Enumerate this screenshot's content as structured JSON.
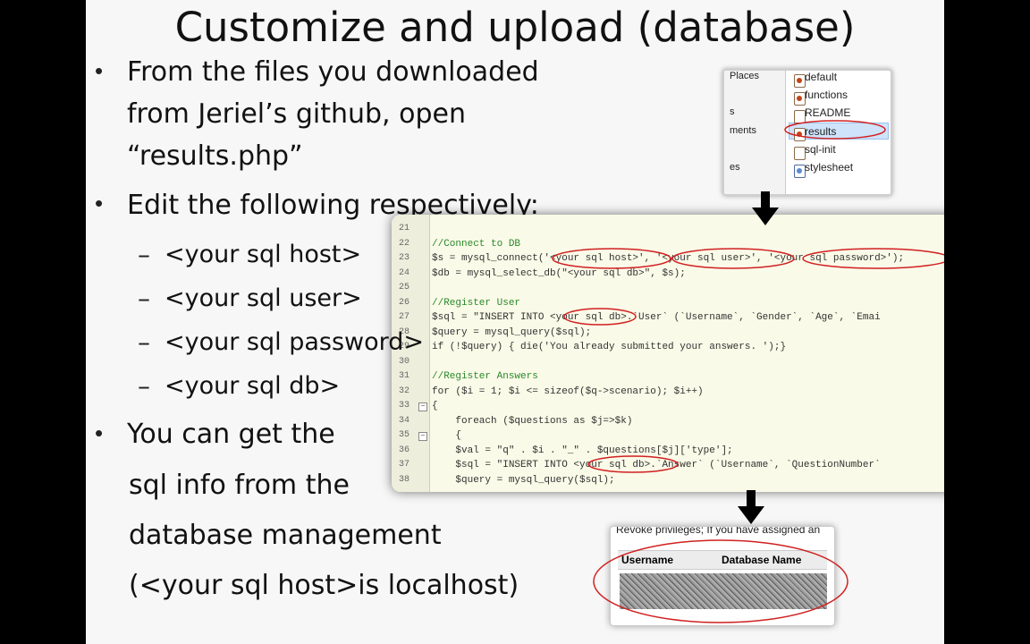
{
  "slide": {
    "title": "Customize and upload (database)",
    "bullets": [
      {
        "lines": [
          "From the files you downloaded",
          "from Jeriel’s github, open",
          "“results.php”"
        ]
      },
      {
        "lines": [
          "Edit the following respectively:"
        ]
      },
      {
        "lines": [
          "You can get the",
          "sql info from the",
          "database management",
          "(<your sql host>is localhost)"
        ]
      }
    ],
    "sub_items": [
      "<your sql host>",
      "<your sql user>",
      "<your sql password>",
      "<your sql db>"
    ],
    "bullet_char": "•",
    "dash_char": "–"
  },
  "file_browser": {
    "left_labels": [
      "Places",
      "s",
      "ments",
      "es"
    ],
    "files": [
      "default",
      "functions",
      "README",
      "results",
      "sql-init",
      "stylesheet"
    ],
    "selected": "results"
  },
  "code": {
    "lines": [
      {
        "n": "21",
        "text": ""
      },
      {
        "n": "22",
        "text": "//Connect to DB",
        "cls": "c-cm"
      },
      {
        "n": "23",
        "text": "$s = mysql_connect('<your sql host>', '<your sql user>', '<your sql password>');"
      },
      {
        "n": "24",
        "text": "$db = mysql_select_db(\"<your sql db>\", $s);"
      },
      {
        "n": "25",
        "text": ""
      },
      {
        "n": "26",
        "text": "//Register User",
        "cls": "c-cm"
      },
      {
        "n": "27",
        "text": "$sql = \"INSERT INTO <your sql db>.`User` (`Username`, `Gender`, `Age`, `Emai"
      },
      {
        "n": "28",
        "text": "$query = mysql_query($sql);"
      },
      {
        "n": "29",
        "text": "if (!$query) { die('You already submitted your answers. ');}"
      },
      {
        "n": "30",
        "text": ""
      },
      {
        "n": "31",
        "text": "//Register Answers",
        "cls": "c-cm"
      },
      {
        "n": "32",
        "text": "for ($i = 1; $i <= sizeof($q->scenario); $i++)"
      },
      {
        "n": "33",
        "text": "{"
      },
      {
        "n": "34",
        "text": "    foreach ($questions as $j=>$k)"
      },
      {
        "n": "35",
        "text": "    {"
      },
      {
        "n": "36",
        "text": "    $val = \"q\" . $i . \"_\" . $questions[$j]['type'];"
      },
      {
        "n": "37",
        "text": "    $sql = \"INSERT INTO <your sql db>.`Answer` (`Username`, `QuestionNumber`"
      },
      {
        "n": "38",
        "text": "    $query = mysql_query($sql);"
      }
    ]
  },
  "db_panel": {
    "header": "Revoke privileges; If you have assigned an",
    "col_username": "Username",
    "col_database": "Database Name"
  },
  "colors": {
    "slide_bg": "#f7f7f7",
    "frame": "#000000",
    "annotation_red": "#d02020",
    "comment_green": "#2a8a2a"
  },
  "icons": [
    "arrow-down-icon",
    "php-file-icon",
    "text-file-icon",
    "css-file-icon"
  ]
}
